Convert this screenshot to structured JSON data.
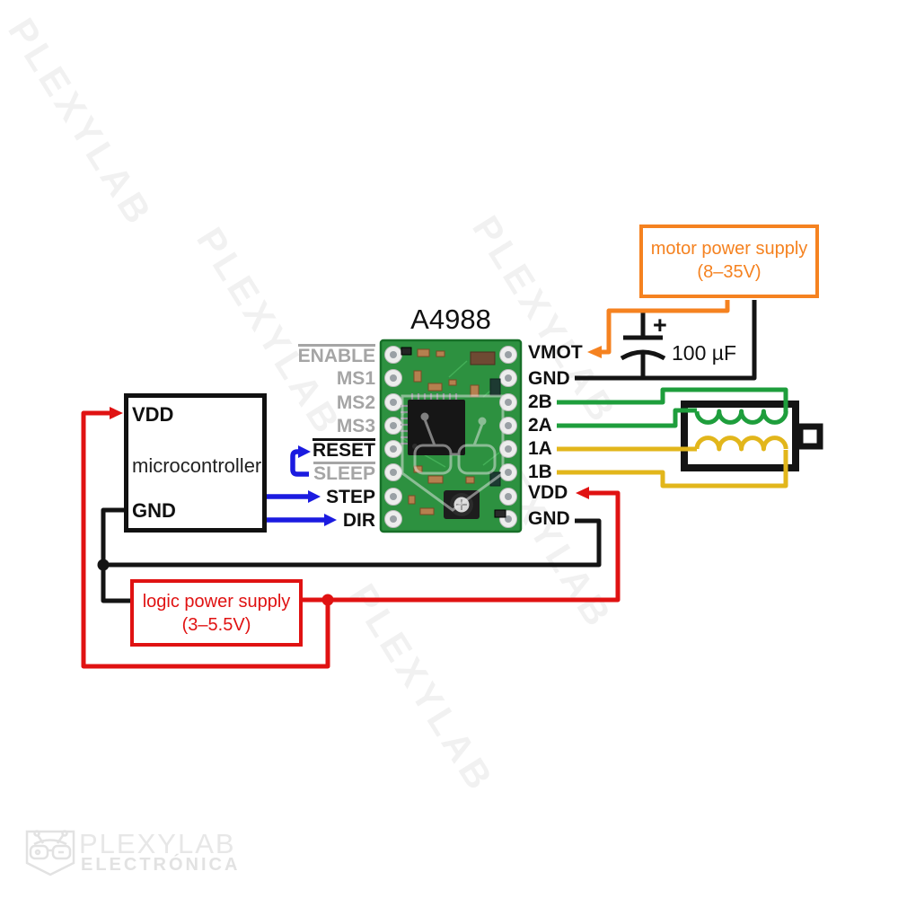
{
  "title": "A4988",
  "watermark_text": "PLEXYLAB",
  "microcontroller": {
    "vdd": "VDD",
    "label": "microcontroller",
    "gnd": "GND"
  },
  "supplies": {
    "motor": {
      "line1": "motor power supply",
      "line2": "(8–35V)"
    },
    "logic": {
      "line1": "logic power supply",
      "line2": "(3–5.5V)"
    }
  },
  "capacitor": {
    "plus": "+",
    "value": "100 µF"
  },
  "pins": {
    "left": [
      {
        "label": "ENABLE",
        "overline": true,
        "muted": true
      },
      {
        "label": "MS1",
        "overline": false,
        "muted": true
      },
      {
        "label": "MS2",
        "overline": false,
        "muted": true
      },
      {
        "label": "MS3",
        "overline": false,
        "muted": true
      },
      {
        "label": "RESET",
        "overline": true,
        "muted": false
      },
      {
        "label": "SLEEP",
        "overline": true,
        "muted": true
      },
      {
        "label": "STEP",
        "overline": false,
        "muted": false
      },
      {
        "label": "DIR",
        "overline": false,
        "muted": false
      }
    ],
    "right": [
      {
        "label": "VMOT"
      },
      {
        "label": "GND"
      },
      {
        "label": "2B"
      },
      {
        "label": "2A"
      },
      {
        "label": "1A"
      },
      {
        "label": "1B"
      },
      {
        "label": "VDD"
      },
      {
        "label": "GND"
      }
    ]
  },
  "logo": {
    "name": "PLEXYLAB",
    "subtitle": "ELECTRÓNICA"
  },
  "colors": {
    "wire_red": "#e01212",
    "wire_blue": "#1b1be0",
    "wire_green": "#1e9e3c",
    "wire_yellow": "#e2b61b",
    "wire_orange": "#f58220",
    "wire_black": "#141414",
    "muted_label": "#a5a5a5",
    "pcb_green": "#2d9140"
  }
}
